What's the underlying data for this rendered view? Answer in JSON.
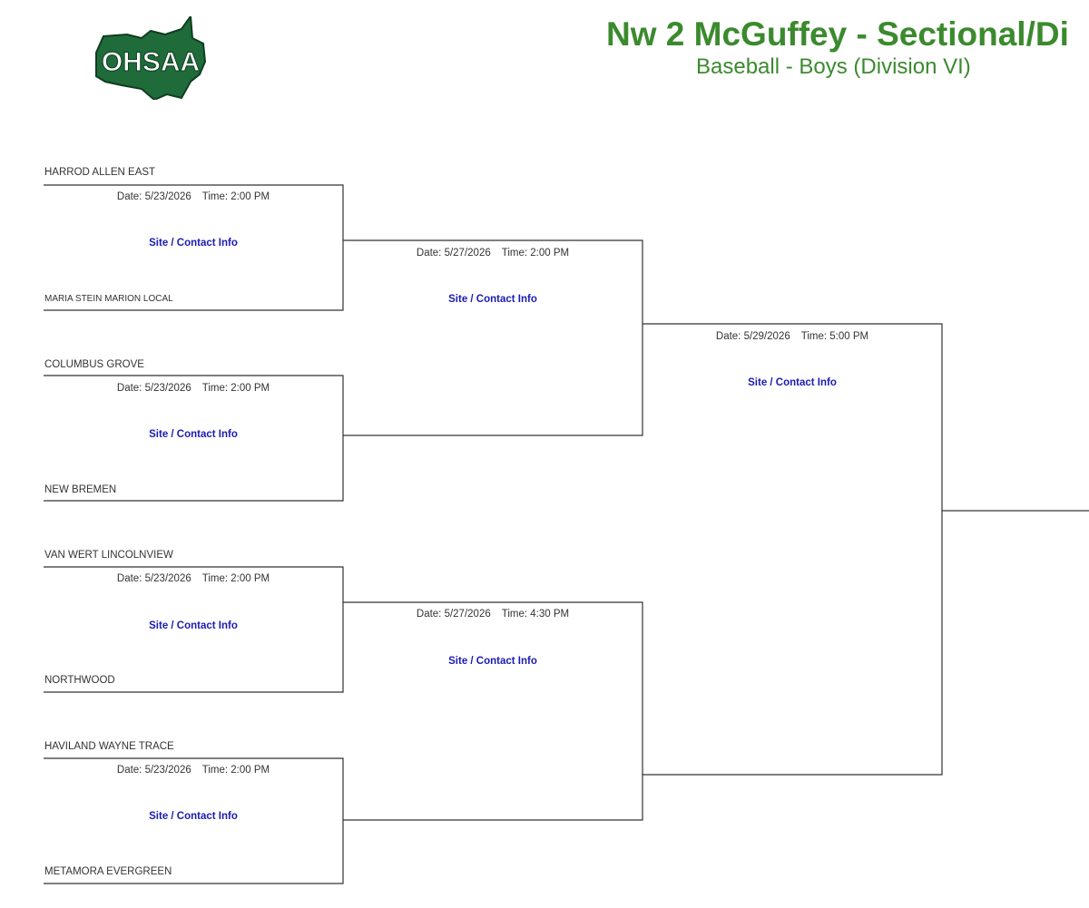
{
  "header": {
    "title": "Nw 2 McGuffey - Sectional/Di",
    "subtitle": "Baseball - Boys (Division VI)",
    "logo_text": "OHSAA",
    "brand_color": "#3b8a2e",
    "logo_color": "#1f6b3a"
  },
  "round1": [
    {
      "team_top": "HARROD ALLEN EAST",
      "team_bottom": "MARIA STEIN MARION LOCAL",
      "date": "Date: 5/23/2026",
      "time": "Time: 2:00 PM",
      "site": "Site / Contact Info"
    },
    {
      "team_top": "COLUMBUS GROVE",
      "team_bottom": "NEW BREMEN",
      "date": "Date: 5/23/2026",
      "time": "Time: 2:00 PM",
      "site": "Site / Contact Info"
    },
    {
      "team_top": "VAN WERT LINCOLNVIEW",
      "team_bottom": "NORTHWOOD",
      "date": "Date: 5/23/2026",
      "time": "Time: 2:00 PM",
      "site": "Site / Contact Info"
    },
    {
      "team_top": "HAVILAND WAYNE TRACE",
      "team_bottom": "METAMORA EVERGREEN",
      "date": "Date: 5/23/2026",
      "time": "Time: 2:00 PM",
      "site": "Site / Contact Info"
    }
  ],
  "round2": [
    {
      "date": "Date: 5/27/2026",
      "time": "Time: 2:00 PM",
      "site": "Site / Contact Info"
    },
    {
      "date": "Date: 5/27/2026",
      "time": "Time: 4:30 PM",
      "site": "Site / Contact Info"
    }
  ],
  "round3": [
    {
      "date": "Date: 5/29/2026",
      "time": "Time: 5:00 PM",
      "site": "Site / Contact Info"
    }
  ]
}
